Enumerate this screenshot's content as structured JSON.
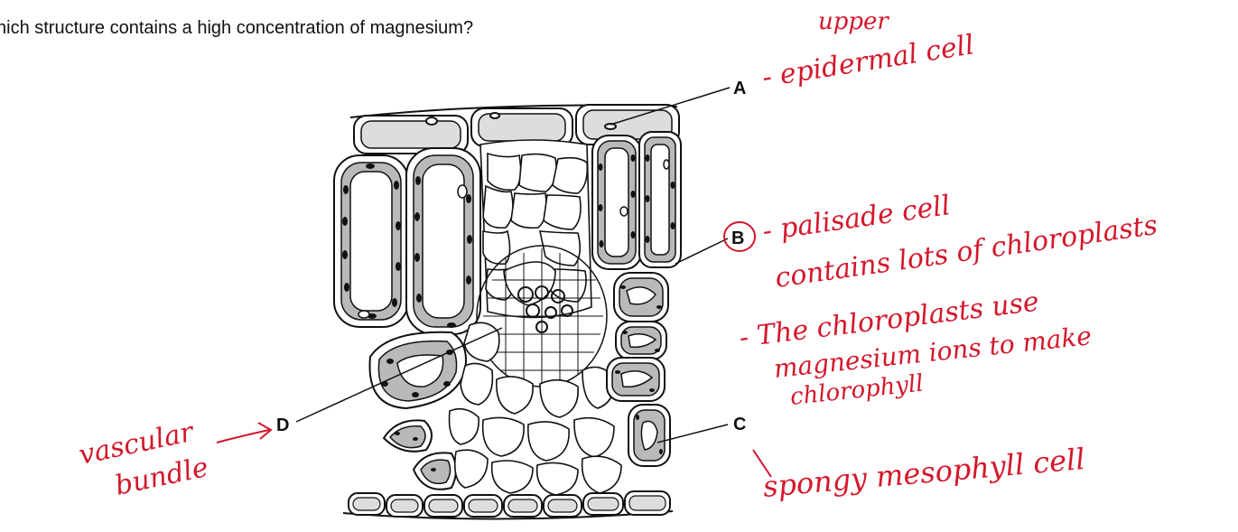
{
  "question": "hich structure contains a high concentration of magnesium?",
  "labels": {
    "a": "A",
    "b": "B",
    "c": "C",
    "d": "D"
  },
  "annotations": {
    "upper": "upper",
    "epidermal": "- epidermal cell",
    "palisade": "- palisade cell",
    "contains": "contains lots of chloroplasts",
    "chloro1": "- The chloroplasts  use",
    "chloro2": "magnesium ions to make",
    "chloro3": "chlorophyll",
    "spongy": "spongy  mesophyll cell",
    "vascular": "vascular",
    "bundle": "bundle"
  },
  "colors": {
    "ink": "#111111",
    "pen": "#d4172a",
    "cell_shade": "#b9b9b9"
  }
}
